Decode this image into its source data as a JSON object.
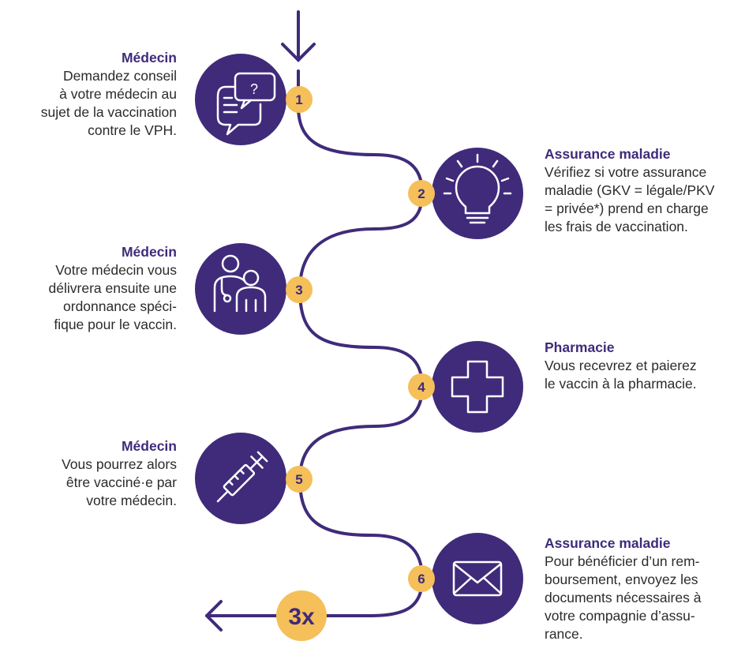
{
  "colors": {
    "purple": "#3f2b7a",
    "gold": "#f5bf5a",
    "text": "#2b2b2b"
  },
  "steps": [
    {
      "number": "1",
      "side": "left",
      "icon": "chat-question-icon",
      "title": "Médecin",
      "body": "Demandez conseil\nà votre médecin au\nsujet de la vaccination\ncontre le VPH."
    },
    {
      "number": "2",
      "side": "right",
      "icon": "lightbulb-icon",
      "title": "Assurance maladie",
      "body": "Vérifiez si votre assurance\nmaladie (GKV = légale/PKV\n= privée*) prend en charge\nles frais de vaccination."
    },
    {
      "number": "3",
      "side": "left",
      "icon": "doctor-patient-icon",
      "title": "Médecin",
      "body": "Votre médecin vous\ndélivrera ensuite une\nordonnance spéci-\nfique pour le vaccin."
    },
    {
      "number": "4",
      "side": "right",
      "icon": "pharmacy-cross-icon",
      "title": "Pharmacie",
      "body": "Vous recevrez et paierez\nle vaccin à la pharmacie."
    },
    {
      "number": "5",
      "side": "left",
      "icon": "syringe-icon",
      "title": "Médecin",
      "body": "Vous pourrez alors\nêtre vacciné·e par\nvotre médecin."
    },
    {
      "number": "6",
      "side": "right",
      "icon": "envelope-icon",
      "title": "Assurance maladie",
      "body": "Pour bénéficier d’un rem-\nboursement, envoyez les\ndocuments nécessaires à\nvotre compagnie d’assu-\nrance."
    }
  ],
  "repeat_label": "3x"
}
